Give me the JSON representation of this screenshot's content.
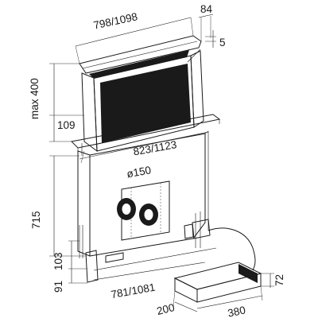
{
  "labels": {
    "width_top": "798/1098",
    "depth_top": "84",
    "lip": "5",
    "max_height": "max 400",
    "step": "109",
    "width_mid": "823/1123",
    "diameter": "ø150",
    "body_height": "715",
    "foot_height": "103",
    "base_offset": "91",
    "width_bottom": "781/1081",
    "motor_depth": "200",
    "motor_width": "380",
    "motor_height": "72"
  }
}
